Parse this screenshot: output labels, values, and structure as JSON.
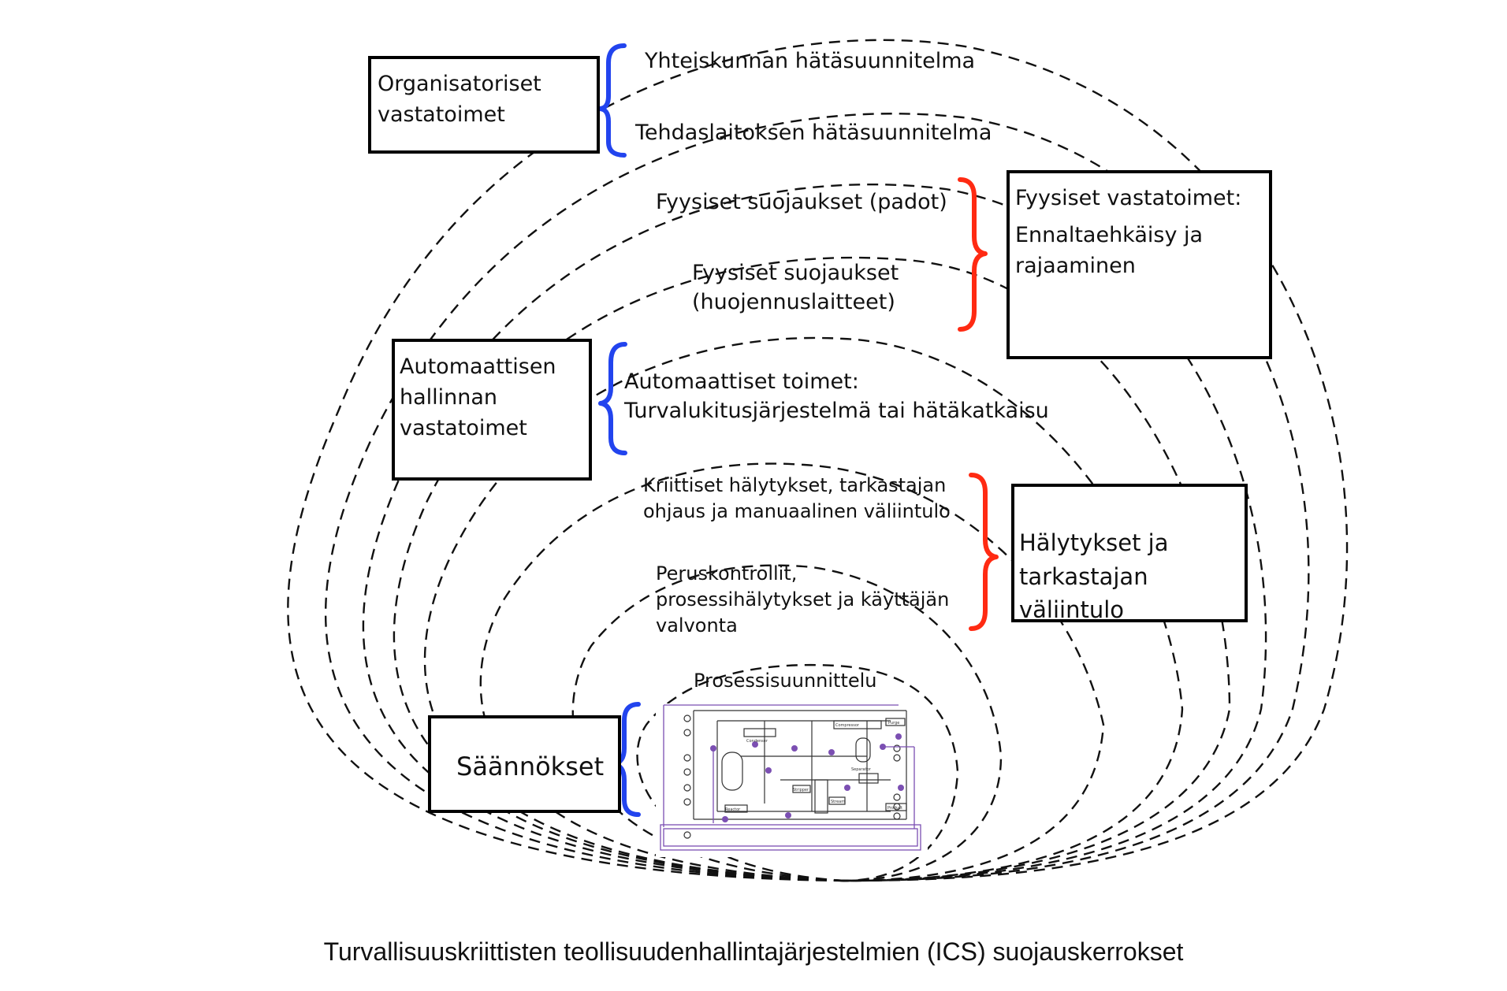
{
  "layers": [
    {
      "id": "hatasuunnitelma-yhteiskunta",
      "text": "Yhteiskunnan hätäsuunnitelma"
    },
    {
      "id": "hatasuunnitelma-tehdas",
      "text": "Tehdaslaitoksen hätäsuunnitelma"
    },
    {
      "id": "suojaus-padot",
      "text": "Fyysiset suojaukset (padot)"
    },
    {
      "id": "suojaus-huojennus",
      "lines": [
        "Fyysiset suojaukset",
        "(huojennuslaitteet)"
      ]
    },
    {
      "id": "automaattiset-toimet",
      "lines": [
        "Automaattiset toimet:",
        "Turvalukitusjärjestelmä tai hätäkatkaisu"
      ]
    },
    {
      "id": "kriittiset-halytykset",
      "lines": [
        "Kriittiset hälytykset, tarkastajan",
        "ohjaus ja manuaalinen väliintulo"
      ]
    },
    {
      "id": "peruskontrollit",
      "lines": [
        "Peruskontrollit,",
        "prosessihälytykset ja käyttäjän",
        "valvonta"
      ]
    },
    {
      "id": "prosessisuunnittelu",
      "text": "Prosessisuunnittelu"
    }
  ],
  "boxes": {
    "organisatoriset": [
      "Organisatoriset",
      "vastatoimet"
    ],
    "fyysiset": [
      "Fyysiset vastatoimet:",
      "Ennaltaehkäisy ja",
      "rajaaminen"
    ],
    "automaattisen": [
      "Automaattisen",
      "hallinnan",
      "vastatoimet"
    ],
    "halytykset": [
      "Hälytykset ja",
      "tarkastajan",
      "väliintulo"
    ],
    "saannokset": [
      "Säännökset"
    ]
  },
  "pid_labels": {
    "condenser": "Condenser",
    "compressor": "Compressor",
    "separator": "Separator",
    "reactor": "Reactor",
    "stripper": "Stripper",
    "purge": "Purge",
    "product": "Product",
    "stream": "Stream"
  },
  "caption": "Turvallisuuskriittisten teollisuudenhallintajärjestelmien (ICS) suojauskerrokset",
  "colors": {
    "blue_brace": "#2244ee",
    "red_brace": "#ff2a12",
    "ring": "#111111",
    "pid_accent": "#7b4fb2"
  }
}
